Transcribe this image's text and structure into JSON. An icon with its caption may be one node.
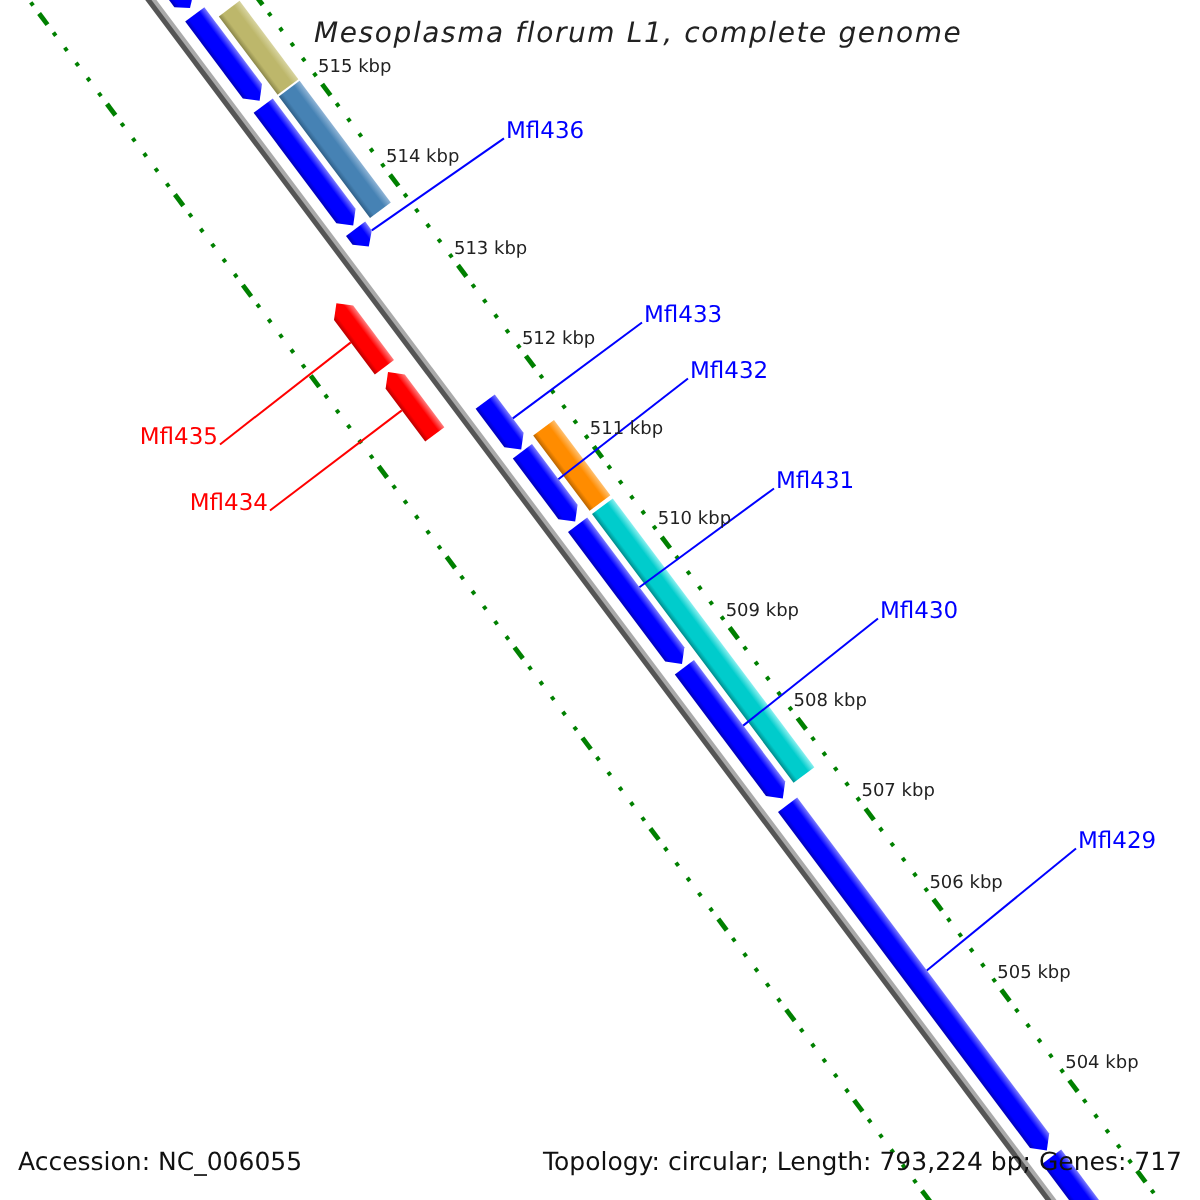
{
  "diagram": {
    "title": "Mesoplasma florum L1, complete genome",
    "nodes": [
      {
        "text": [
          "Mfl436"
        ]
      },
      {
        "text": [],
        "shape": "bar"
      },
      {
        "text": [
          "Mfl433"
        ]
      },
      {
        "text": [],
        "shape": "bar"
      },
      {
        "text": [
          "Mfl432"
        ]
      },
      {
        "text": [],
        "shape": "bar"
      },
      {
        "text": [
          "Mfl435"
        ]
      },
      {
        "text": [],
        "shape": "bar"
      },
      {
        "text": [
          "Mfl431"
        ]
      },
      {
        "text": [],
        "shape": "bar"
      },
      {
        "text": [
          "Mfl434"
        ]
      },
      {
        "text": [],
        "shape": "bar"
      },
      {
        "text": [
          "Mfl430"
        ]
      },
      {
        "text": [],
        "shape": "bar"
      },
      {
        "text": [
          "Mfl429"
        ]
      },
      {
        "text": [],
        "shape": "bar"
      },
      {
        "text": [],
        "shape": "bar"
      },
      {
        "text": [],
        "shape": "bar"
      },
      {
        "text": [],
        "shape": "bar"
      },
      {
        "text": [],
        "shape": "bar"
      },
      {
        "text": [],
        "shape": "bar"
      },
      {
        "text": [],
        "shape": "bar"
      },
      {
        "text": [],
        "shape": "bar"
      },
      {
        "text": [],
        "shape": "bar"
      }
    ],
    "edges": [
      {
        "from": 0,
        "to": 1,
        "arrow": "none"
      },
      {
        "from": 2,
        "to": 3,
        "arrow": "none"
      },
      {
        "from": 4,
        "to": 5,
        "arrow": "none"
      },
      {
        "from": 6,
        "to": 7,
        "arrow": "none",
        "color": "#ff0000"
      },
      {
        "from": 8,
        "to": 9,
        "arrow": "none"
      },
      {
        "from": 10,
        "to": 11,
        "arrow": "none",
        "color": "#ff0000"
      },
      {
        "from": 12,
        "to": 13,
        "arrow": "none"
      },
      {
        "from": 14,
        "to": 15,
        "arrow": "none"
      }
    ],
    "labels": [
      "515 kbp",
      "514 kbp",
      "513 kbp",
      "512 kbp",
      "511 kbp",
      "510 kbp",
      "509 kbp",
      "508 kbp",
      "507 kbp",
      "506 kbp",
      "505 kbp",
      "504 kbp",
      "Accession: NC_006055",
      "Topology: circular; Length: 793,224 bp; Genes: 717"
    ]
  }
}
